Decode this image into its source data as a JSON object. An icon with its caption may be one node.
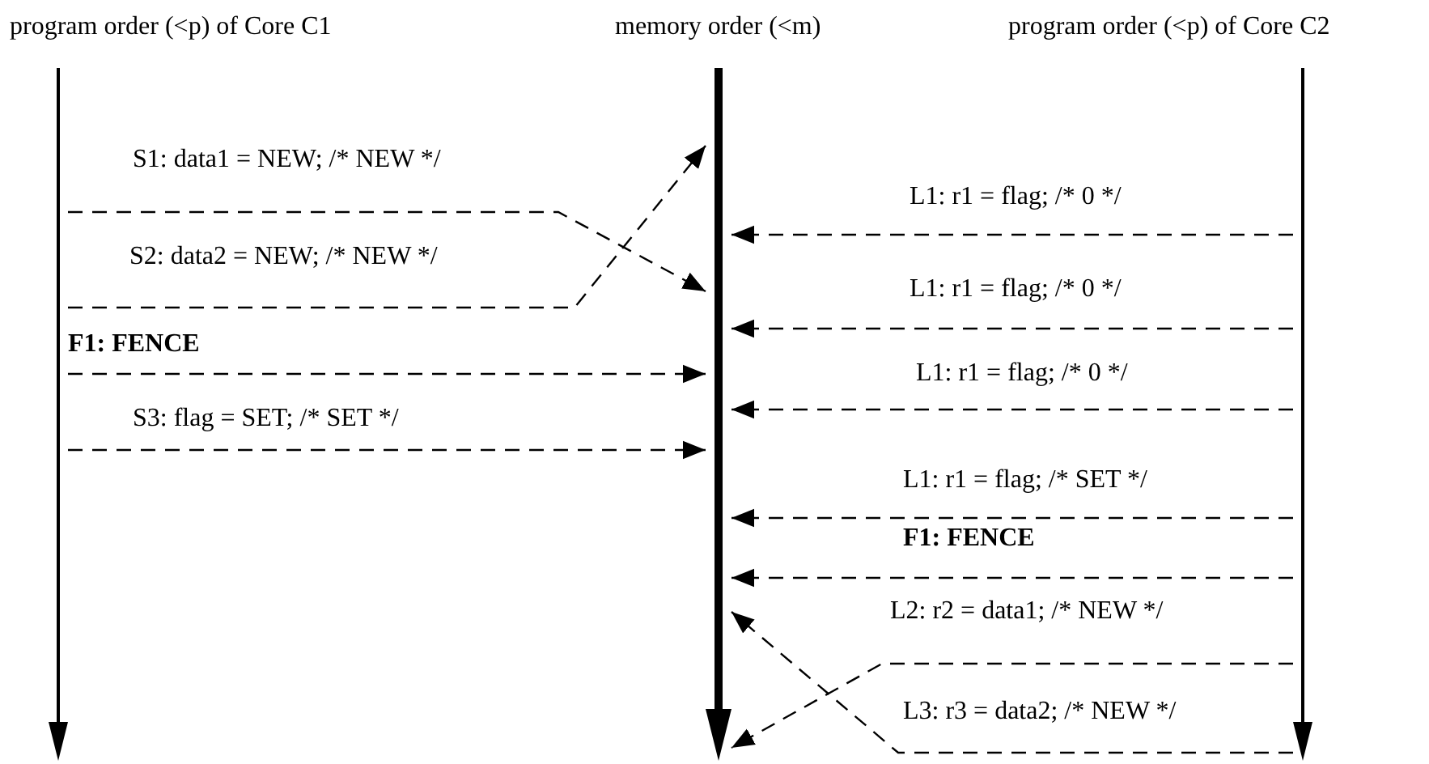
{
  "diagram": {
    "nodes": [
      {
        "text": [],
        "shape": "arrow",
        "beside": [
          "program order (<p) of Core C1"
        ]
      },
      {
        "text": [],
        "shape": "arrow",
        "beside": [
          "memory order (<m)"
        ]
      },
      {
        "text": [],
        "shape": "arrow",
        "beside": [
          "program order (<p) of Core C2"
        ]
      }
    ],
    "edges": [
      {
        "from": 0,
        "to": 1,
        "arrow": "to",
        "style": "dashed",
        "label": "S1: data1 = NEW; /* NEW */"
      },
      {
        "from": 0,
        "to": 1,
        "arrow": "to",
        "style": "dashed",
        "label": "S2: data2 = NEW; /* NEW */"
      },
      {
        "from": 0,
        "to": 1,
        "arrow": "to",
        "style": "dashed",
        "label": "F1: FENCE"
      },
      {
        "from": 0,
        "to": 1,
        "arrow": "to",
        "style": "dashed",
        "label": "S3: flag = SET; /* SET */"
      },
      {
        "from": 2,
        "to": 1,
        "arrow": "to",
        "style": "dashed",
        "label": "L1: r1 = flag; /* 0 */"
      },
      {
        "from": 2,
        "to": 1,
        "arrow": "to",
        "style": "dashed",
        "label": "L1: r1 = flag; /* 0 */"
      },
      {
        "from": 2,
        "to": 1,
        "arrow": "to",
        "style": "dashed",
        "label": "L1: r1 = flag; /* 0 */"
      },
      {
        "from": 2,
        "to": 1,
        "arrow": "to",
        "style": "dashed",
        "label": "L1: r1 = flag; /* SET */"
      },
      {
        "from": 2,
        "to": 1,
        "arrow": "to",
        "style": "dashed",
        "label": "F1: FENCE"
      },
      {
        "from": 2,
        "to": 1,
        "arrow": "to",
        "style": "dashed",
        "label": "L2: r2 = data1; /* NEW */"
      },
      {
        "from": 2,
        "to": 1,
        "arrow": "to",
        "style": "dashed",
        "label": "L3: r3 = data2; /* NEW */"
      }
    ]
  }
}
